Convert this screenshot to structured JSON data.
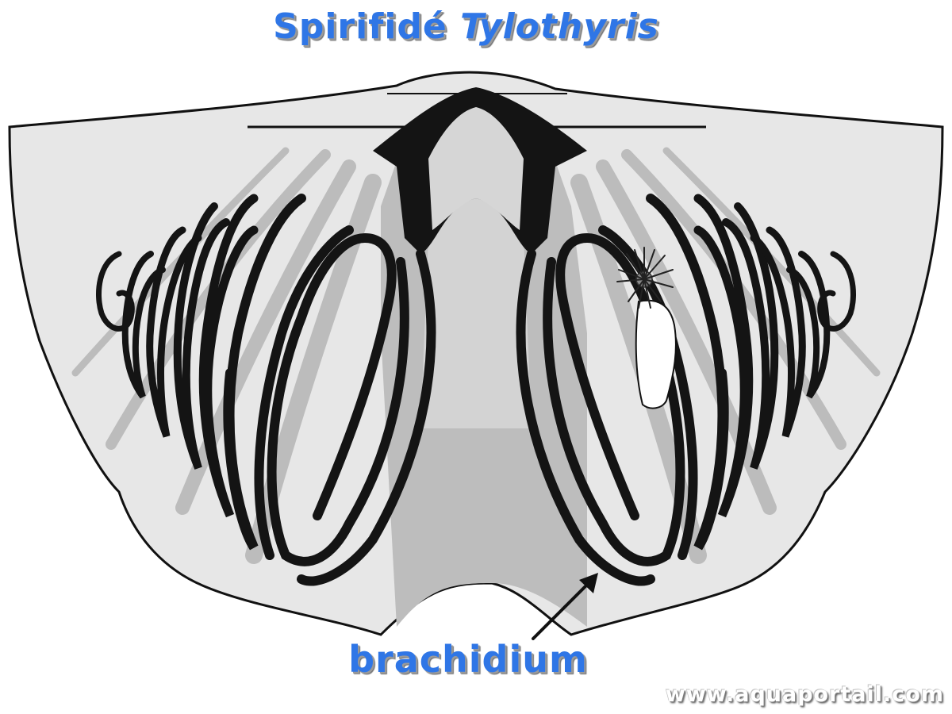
{
  "title": {
    "prefix": "Spirifidé",
    "genus": "Tylothyris"
  },
  "labels": {
    "brachidium": "brachidium"
  },
  "watermark": "www.aquaportail.com",
  "colors": {
    "text_accent": "#2f76e6",
    "shell_fill": "#e7e7e7",
    "band_fill": "#bdbdbd",
    "spiral": "#141414",
    "outline": "#111111"
  },
  "icons": {
    "arrow": "arrow-icon",
    "lophophore": "lophophore-icon"
  }
}
